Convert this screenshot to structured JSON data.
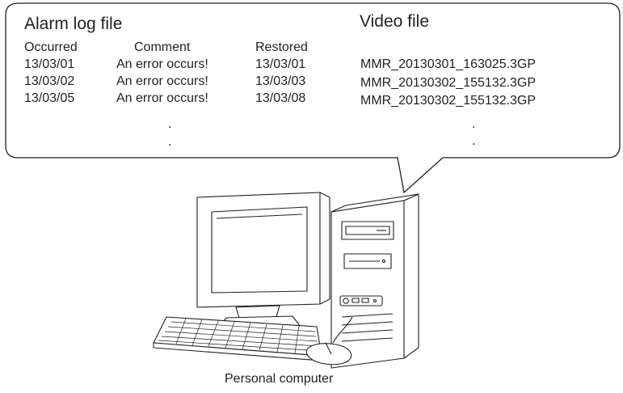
{
  "alarm_log": {
    "title": "Alarm log file",
    "headers": [
      "Occurred",
      "Comment",
      "Restored"
    ],
    "rows": [
      [
        "13/03/01",
        "An error occurs!",
        "13/03/01"
      ],
      [
        "13/03/02",
        "An error occurs!",
        "13/03/03"
      ],
      [
        "13/03/05",
        "An error occurs!",
        "13/03/08"
      ]
    ],
    "ellipsis": "."
  },
  "video": {
    "title": "Video file",
    "files": [
      "MMR_20130301_163025.3GP",
      "MMR_20130302_155132.3GP",
      "MMR_20130302_155132.3GP"
    ],
    "ellipsis": "."
  },
  "computer": {
    "label": "Personal computer"
  }
}
